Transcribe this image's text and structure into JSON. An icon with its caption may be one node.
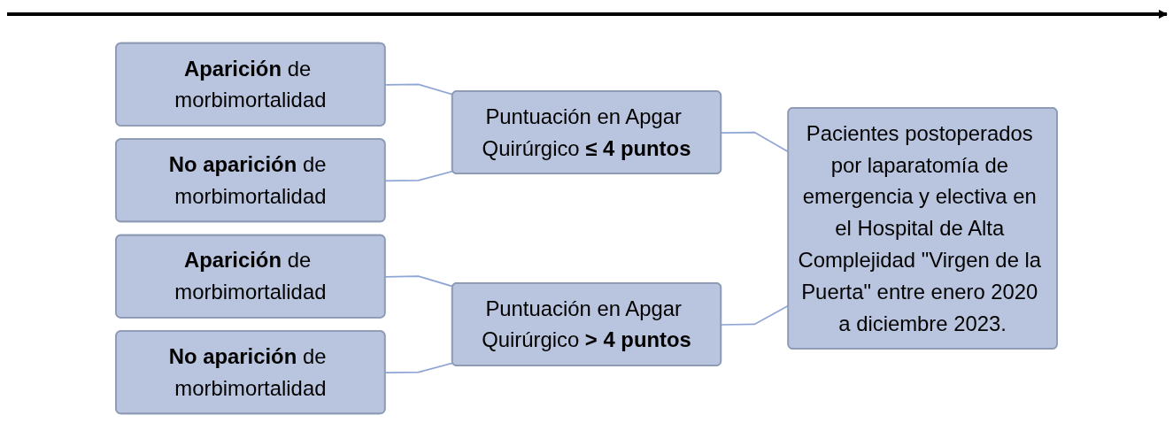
{
  "diagram": {
    "nodes": [
      {
        "text": [
          "**Aparición** de morbimortalidad"
        ]
      },
      {
        "text": [
          "**No aparición** de morbimortalidad"
        ]
      },
      {
        "text": [
          "**Aparición** de morbimortalidad"
        ]
      },
      {
        "text": [
          "**No aparición** de morbimortalidad"
        ]
      },
      {
        "text": [
          "Puntuación en Apgar Quirúrgico **≤ 4 puntos**"
        ]
      },
      {
        "text": [
          "Puntuación en Apgar Quirúrgico **> 4 puntos**"
        ]
      },
      {
        "text": [
          "Pacientes postoperados por laparatomía de emergencia y electiva en el Hospital de Alta Complejidad \"Virgen de la Puerta\" entre enero 2020 a diciembre 2023."
        ]
      }
    ],
    "edges": [
      {
        "from": 0,
        "to": 4,
        "arrow": "none"
      },
      {
        "from": 1,
        "to": 4,
        "arrow": "none"
      },
      {
        "from": 2,
        "to": 5,
        "arrow": "none"
      },
      {
        "from": 3,
        "to": 5,
        "arrow": "none"
      },
      {
        "from": 4,
        "to": 6,
        "arrow": "none"
      },
      {
        "from": 5,
        "to": 6,
        "arrow": "none"
      }
    ]
  }
}
